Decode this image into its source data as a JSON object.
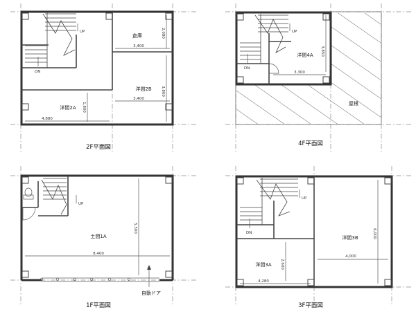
{
  "plans": {
    "f2": {
      "caption": "2F平面図",
      "rooms": {
        "storage": "倉庫",
        "r2a": "洋間2A",
        "r2b": "洋間2B"
      },
      "dims": {
        "d2080": "2,080",
        "d3400a": "3,400",
        "d3800": "3,800",
        "d3400b": "3,400",
        "d1800": "1,800",
        "d4880": "4,880"
      },
      "up": "UP",
      "dn": "DN"
    },
    "f4": {
      "caption": "4F平面図",
      "rooms": {
        "r4a": "洋間4A",
        "roof": "屋根"
      },
      "dims": {
        "d3850": "3,850",
        "d3300": "3,300"
      },
      "up": "UP",
      "dn": "DN"
    },
    "f1": {
      "caption": "1F平面図",
      "rooms": {
        "r1a": "土間1A"
      },
      "dims": {
        "d5500": "5,500",
        "d8400": "8,400"
      },
      "door": "自動ドア",
      "up": "UP"
    },
    "f3": {
      "caption": "3F平面図",
      "rooms": {
        "r3b": "洋間3B",
        "r3a": "洋間3A"
      },
      "dims": {
        "d6000": "6,000",
        "d4000": "4,000",
        "d2600": "2,600",
        "d4280": "4,280"
      },
      "up": "UP",
      "dn": "DN"
    }
  }
}
